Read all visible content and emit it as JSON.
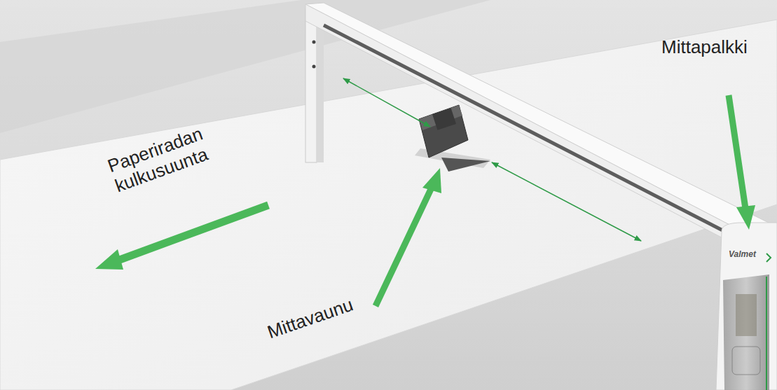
{
  "diagram": {
    "labels": [
      "Paperiradan kulkusuunta",
      "Mittapalkki",
      "Mittavaunu",
      "Valmet"
    ]
  }
}
